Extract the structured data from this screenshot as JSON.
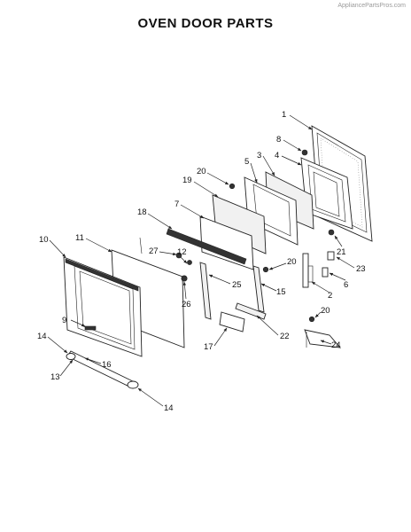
{
  "watermark": "AppliancePartsPros.com",
  "title": "OVEN DOOR PARTS",
  "callouts": [
    "1",
    "8",
    "3",
    "4",
    "5",
    "20",
    "19",
    "7",
    "18",
    "21",
    "27",
    "12",
    "20",
    "23",
    "11",
    "10",
    "6",
    "25",
    "15",
    "2",
    "26",
    "20",
    "9",
    "17",
    "22",
    "14",
    "16",
    "24",
    "13",
    "14"
  ]
}
